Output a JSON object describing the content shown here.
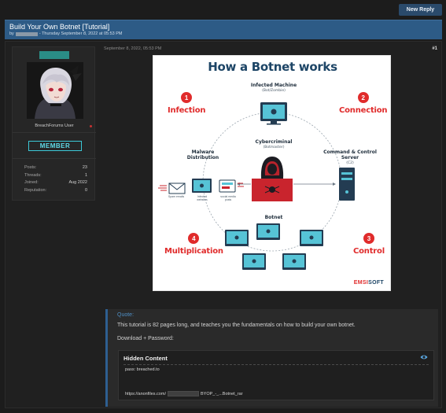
{
  "toolbar": {
    "new_reply_label": "New Reply"
  },
  "thread": {
    "title": "Build Your Own Botnet [Tutorial]",
    "meta_prefix": "by",
    "meta_date": "- Thursday September 8, 2022 at 05:53 PM"
  },
  "post": {
    "date": "September 8, 2022, 05:53 PM",
    "number": "#1",
    "author": {
      "user_title": "BreachForums User",
      "rank": "MEMBER",
      "stats": [
        {
          "label": "Posts:",
          "value": "23"
        },
        {
          "label": "Threads:",
          "value": "1"
        },
        {
          "label": "Joined:",
          "value": "Aug 2022"
        },
        {
          "label": "Reputation:",
          "value": "0"
        }
      ]
    },
    "infographic": {
      "title": "How a Botnet works",
      "stages": [
        {
          "num": "1",
          "label": "Infection"
        },
        {
          "num": "2",
          "label": "Connection"
        },
        {
          "num": "3",
          "label": "Control"
        },
        {
          "num": "4",
          "label": "Multiplication"
        }
      ],
      "infected_machine": {
        "label": "Infected Machine",
        "sub": "(Bot/Zombie)"
      },
      "cybercriminal": {
        "label": "Cybercriminal",
        "sub": "(Botmaster)"
      },
      "malware": {
        "label": "Malware Distribution"
      },
      "cnc": {
        "label": "Command & Control Server",
        "sub": "(C2)"
      },
      "botnet": {
        "label": "Botnet"
      },
      "spam_label": "Spam emails",
      "websites_label": "Infected websites",
      "social_label": "social media posts",
      "brand_prefix": "EMSI",
      "brand_suffix": "SOFT"
    },
    "quote": {
      "label": "Quote:",
      "text": "This tutorial is 82 pages long, and teaches you the fundamentals on how to build your own botnet.",
      "download": "Download + Password:"
    },
    "hidden": {
      "title": "Hidden Content",
      "password": "pass: breached.to",
      "link_prefix": "https://anonfiles.com/",
      "link_suffix": "BYOP_-_...Botnet_rar"
    }
  },
  "colors": {
    "accent": "#2d5b86",
    "rank": "#3cc9d8",
    "stage_red": "#e02b2b"
  }
}
